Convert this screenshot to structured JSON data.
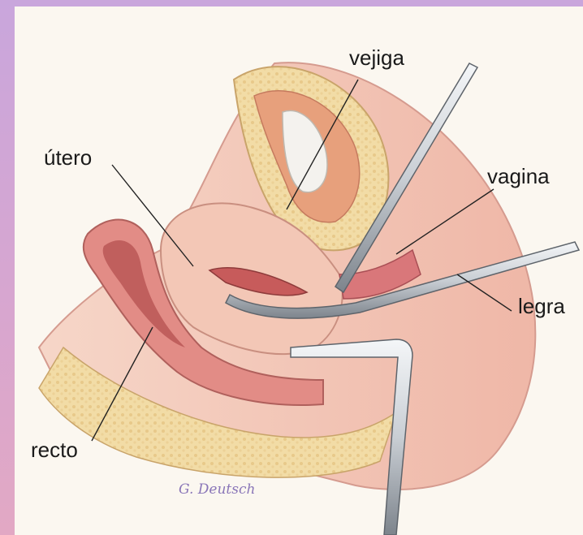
{
  "labels": {
    "bladder": "vejiga",
    "uterus": "útero",
    "vagina": "vagina",
    "curette": "legra",
    "rectum": "recto"
  },
  "signature": "G. Deutsch",
  "colors": {
    "background_left": "#c9a6dc",
    "background_right": "#e2a8c4",
    "paper": "#fbf7f0",
    "skin": "#f2c4b4",
    "uterus": "#f3c7b6",
    "fat": "#f2dca6",
    "muscle": "#e28c86",
    "instrument": "#d9dde2"
  }
}
